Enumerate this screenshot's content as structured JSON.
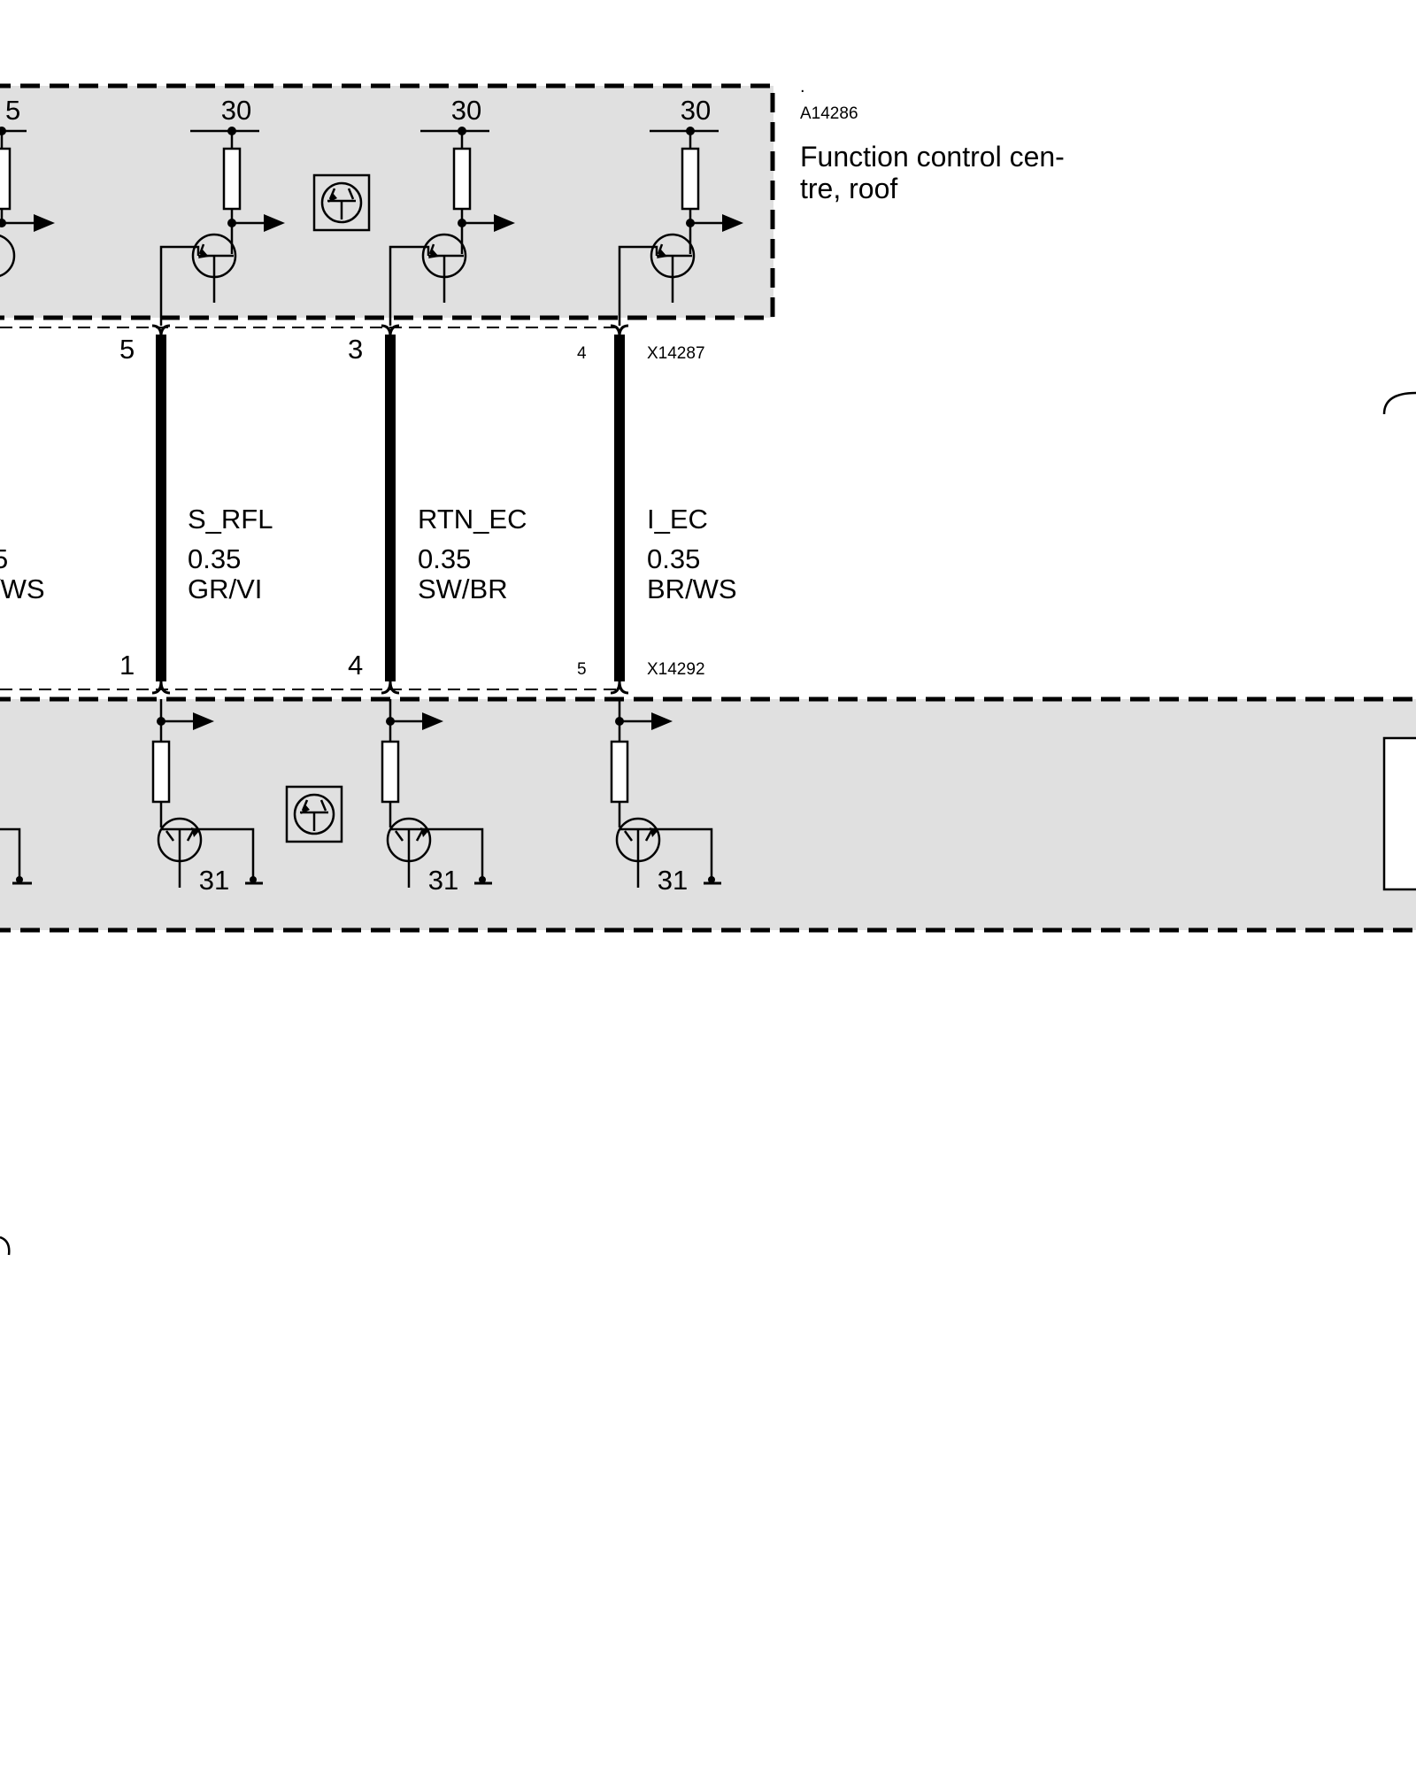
{
  "upper_module": {
    "dot": ".",
    "id": "A14286",
    "name_line1": "Function control cen-",
    "name_line2": "tre, roof",
    "supply_partial": "5",
    "supply_labels": [
      "30",
      "30",
      "30"
    ]
  },
  "upper_connector": {
    "id": "X14287",
    "pins": [
      "5",
      "3",
      "4"
    ]
  },
  "lower_connector": {
    "id": "X14292",
    "pins": [
      "1",
      "4",
      "5"
    ]
  },
  "wires": [
    {
      "signal": "S_RFL",
      "gauge": "0.35",
      "color": "GR/VI"
    },
    {
      "signal": "RTN_EC",
      "gauge": "0.35",
      "color": "SW/BR"
    },
    {
      "signal": "I_EC",
      "gauge": "0.35",
      "color": "BR/WS"
    }
  ],
  "partial_wire": {
    "gauge": "5",
    "color": "/WS"
  },
  "lower_module": {
    "ground_labels": [
      "31",
      "31",
      "31"
    ]
  },
  "colors": {
    "module_fill": "#e0e0e0",
    "line": "#000000"
  }
}
